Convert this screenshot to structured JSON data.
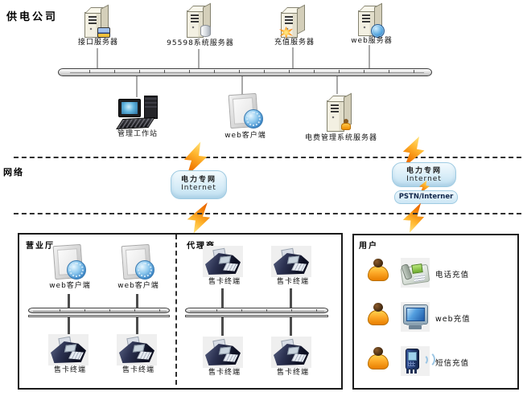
{
  "top": {
    "title": "供电公司",
    "servers": [
      {
        "label": "接口服务器",
        "icon": "interface-server"
      },
      {
        "label": "95598系统服务器",
        "icon": "95598-system-server"
      },
      {
        "label": "充值服务器",
        "icon": "recharge-server"
      },
      {
        "label": "web服务器",
        "icon": "web-server"
      }
    ],
    "lan_nodes": [
      {
        "label": "管理工作站",
        "icon": "management-workstation"
      },
      {
        "label": "web客户端",
        "icon": "web-client"
      },
      {
        "label": "电费管理系统服务器",
        "icon": "fee-management-server"
      }
    ]
  },
  "network": {
    "title": "网络",
    "left_cloud": {
      "line1": "电力专网",
      "line2": "Internet"
    },
    "right_cloud": {
      "line1": "电力专网",
      "line2": "Internet"
    },
    "pstn_pill": {
      "label": "PSTN/Interner"
    }
  },
  "bottom": {
    "hall": {
      "title": "营业厅",
      "clients": [
        {
          "label": "web客户端"
        },
        {
          "label": "web客户端"
        }
      ],
      "terminals": [
        {
          "label": "售卡终端"
        },
        {
          "label": "售卡终端"
        }
      ]
    },
    "agent": {
      "title": "代理商",
      "terminals_top": [
        {
          "label": "售卡终端"
        },
        {
          "label": "售卡终端"
        }
      ],
      "terminals_bottom": [
        {
          "label": "售卡终端"
        },
        {
          "label": "售卡终端"
        }
      ]
    },
    "users": {
      "title": "用户",
      "rows": [
        {
          "label": "电话充值",
          "icon": "telephone-fax-icon"
        },
        {
          "label": "web充值",
          "icon": "crt-monitor-icon"
        },
        {
          "label": "短信充值",
          "icon": "mobile-phone-icon"
        }
      ]
    }
  },
  "colors": {
    "bolt_orange": "#f07800",
    "cloud_blue": "#d8edf8",
    "bus_gray": "#d2d2d2",
    "connector_gray": "#a9a9a9",
    "text_black": "#141414"
  }
}
